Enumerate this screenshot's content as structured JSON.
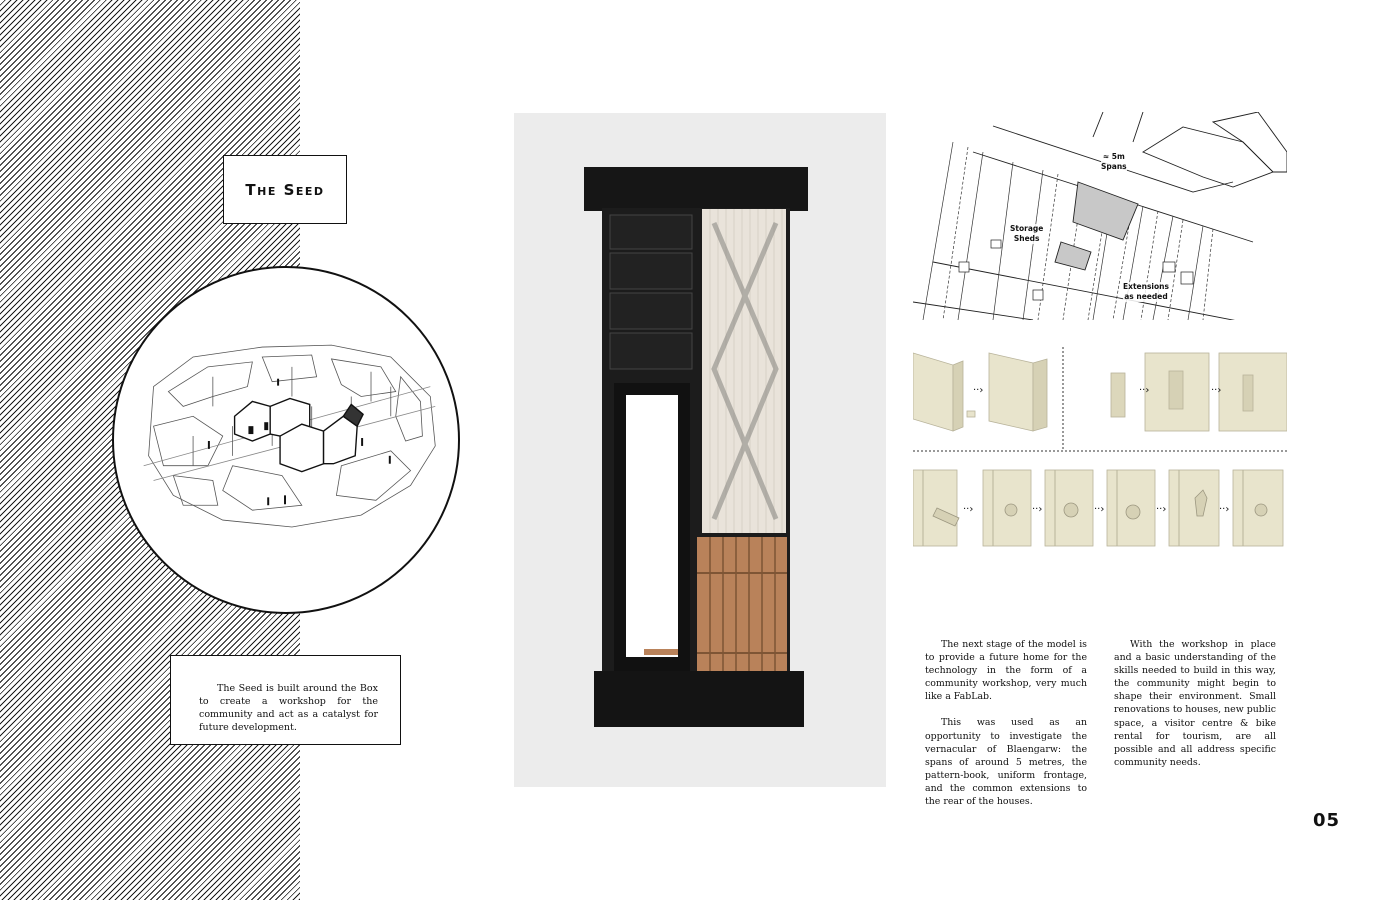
{
  "title": "The Seed",
  "caption": "The Seed is built around the Box to create a workshop for the community and act as a catalyst for future development.",
  "map_labels": {
    "spans": "≈ 5m\nSpans",
    "storage": "Storage\nSheds",
    "extensions": "Extensions\nas needed"
  },
  "body_text": {
    "column1": [
      "The next stage of the model is to provide a future home for the technology in the form of a community workshop, very much like a FabLab.",
      "This was used as an opportunity to investigate the vernacular of Blaengarw: the spans of around 5 metres, the pattern-book, uniform frontage, and the common extensions to the rear of the houses."
    ],
    "column2": [
      "With the workshop in place and a basic understanding of the skills needed to build in this way, the community might begin to shape their environment. Small renovations to houses, new public space, a visitor centre & bike rental for tourism, are all possible and all address specific community needs."
    ]
  },
  "page_number": "05",
  "colors": {
    "hatch": "#1a1a1a",
    "photo_bg": "#ececec",
    "frame_black": "#161616",
    "timber": "#b9825a",
    "polycarbonate": "#e9e3da",
    "joint_cream": "#e8e4cc"
  }
}
